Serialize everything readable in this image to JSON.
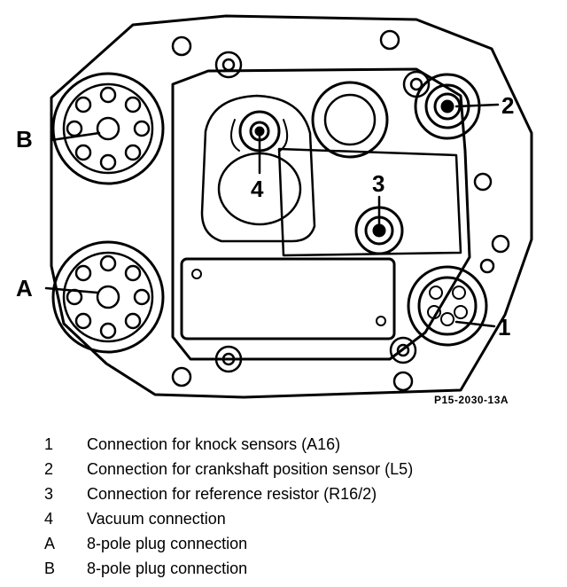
{
  "figure": {
    "code": "P15-2030-13A",
    "callouts": {
      "c1": "1",
      "c2": "2",
      "c3": "3",
      "c4": "4",
      "cA": "A",
      "cB": "B"
    }
  },
  "legend": [
    {
      "key": "1",
      "text": "Connection for knock sensors (A16)"
    },
    {
      "key": "2",
      "text": "Connection for crankshaft position sensor (L5)"
    },
    {
      "key": "3",
      "text": "Connection for reference resistor (R16/2)"
    },
    {
      "key": "4",
      "text": "Vacuum connection"
    },
    {
      "key": "A",
      "text": "8-pole plug connection"
    },
    {
      "key": "B",
      "text": "8-pole plug connection"
    }
  ]
}
